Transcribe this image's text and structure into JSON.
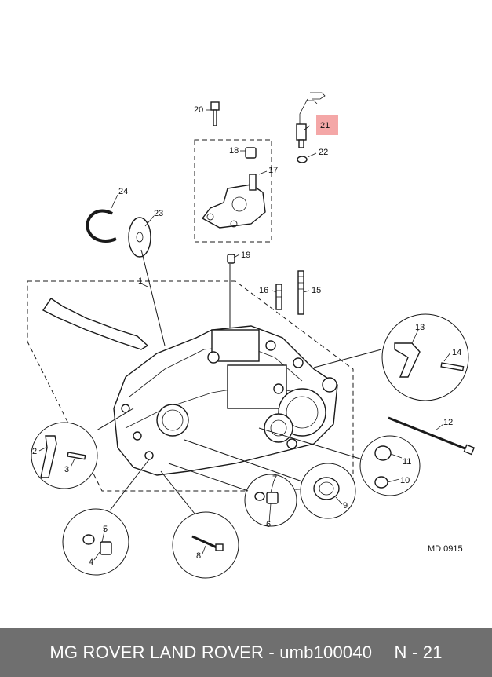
{
  "diagram": {
    "callouts": [
      "1",
      "2",
      "3",
      "4",
      "5",
      "6",
      "7",
      "8",
      "9",
      "10",
      "11",
      "12",
      "13",
      "14",
      "15",
      "16",
      "17",
      "18",
      "19",
      "20",
      "21",
      "22",
      "23",
      "24"
    ],
    "highlighted_callout": "21",
    "highlight_color": "#f4a7a7",
    "reference_code": "MD 0915"
  },
  "footer": {
    "brand": "MG ROVER LAND ROVER",
    "separator": "-",
    "part_number": "umb100040",
    "position": "N - 21"
  }
}
